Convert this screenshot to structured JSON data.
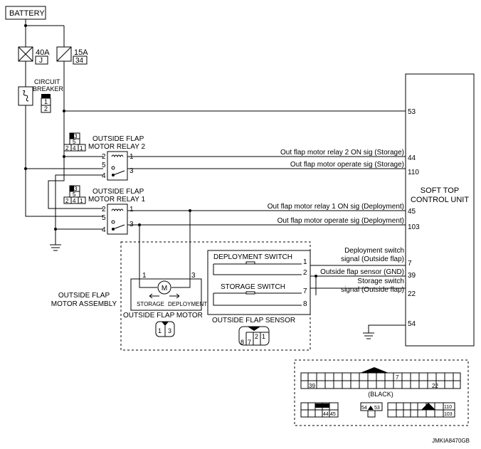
{
  "battery": "BATTERY",
  "fuse_40a": {
    "rating": "40A",
    "location": "J"
  },
  "fuse_15a": {
    "rating": "15A",
    "location": "34"
  },
  "circuit_breaker": {
    "line1": "CIRCUIT",
    "line2": "BREAKER",
    "pin1": "1",
    "pin2": "2"
  },
  "relay2": {
    "line1": "OUTSIDE FLAP",
    "line2": "MOTOR RELAY 2",
    "conn": {
      "a": "3",
      "b": "5",
      "c": "2",
      "d": "4",
      "e": "1"
    },
    "pins": {
      "p2": "2",
      "p1": "1",
      "p5": "5",
      "p4": "4",
      "p3": "3"
    }
  },
  "relay1": {
    "line1": "OUTSIDE FLAP",
    "line2": "MOTOR RELAY 1",
    "conn": {
      "a": "3",
      "b": "5",
      "c": "2",
      "d": "4",
      "e": "1"
    },
    "pins": {
      "p2": "2",
      "p1": "1",
      "p5": "5",
      "p4": "4",
      "p3": "3"
    }
  },
  "signals": {
    "s44": "Out flap motor relay 2 ON sig (Storage)",
    "s110": "Out flap motor operate sig (Storage)",
    "s45": "Out flap motor relay 1 ON sig (Deployment)",
    "s103": "Out flap motor operate sig (Deployment)",
    "s7a": "Deployment switch",
    "s7b": "signal (Outside flap)",
    "s39": "Outside flap sensor (GND)",
    "s22a": "Storage switch",
    "s22b": "signal (Outside flap)"
  },
  "terminals": {
    "t53": "53",
    "t44": "44",
    "t110": "110",
    "t45": "45",
    "t103": "103",
    "t7": "7",
    "t39": "39",
    "t22": "22",
    "t54": "54"
  },
  "control_unit": {
    "line1": "SOFT TOP",
    "line2": "CONTROL UNIT"
  },
  "assembly": {
    "line1": "OUTSIDE FLAP",
    "line2": "MOTOR ASSEMBLY"
  },
  "motor": {
    "symbol": "M",
    "pin1": "1",
    "pin3": "3",
    "storage": "STORAGE",
    "deployment": "DEPLOYMENT",
    "label": "OUTSIDE FLAP MOTOR",
    "conn_a": "1",
    "conn_b": "3"
  },
  "sensor": {
    "deploy_switch": "DEPLOYMENT SWITCH",
    "storage_switch": "STORAGE SWITCH",
    "pin1": "1",
    "pin2": "2",
    "pin7": "7",
    "pin8": "8",
    "label": "OUTSIDE FLAP SENSOR",
    "conn": {
      "c2": "2",
      "c1": "1",
      "c8": "8",
      "c7": "7"
    }
  },
  "connectors": {
    "big": {
      "n39": "39",
      "n7": "7",
      "n22": "22",
      "color": "(BLACK)"
    },
    "small1": {
      "n44": "44",
      "n45": "45"
    },
    "small2": {
      "n54": "54",
      "n53": "53"
    },
    "small3": {
      "n110": "110",
      "n103": "103"
    }
  },
  "diagram_code": "JMKIA8470GB"
}
